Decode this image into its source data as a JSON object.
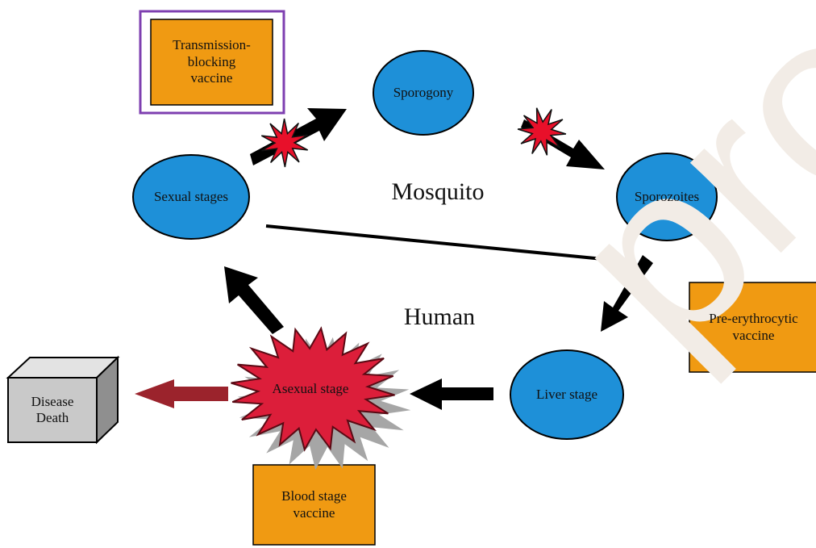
{
  "regions": {
    "mosquito": "Mosquito",
    "human": "Human"
  },
  "nodes": {
    "sporogony": "Sporogony",
    "sexual_stages": "Sexual stages",
    "sporozoites": "Sporozoites",
    "liver_stage": "Liver stage",
    "asexual_stage": "Asexual stage"
  },
  "vaccines": {
    "transmission_blocking": "Transmission-\nblocking\nvaccine",
    "pre_erythrocytic": "Pre-erythrocytic\nvaccine",
    "blood_stage": "Blood stage\nvaccine"
  },
  "outcome": {
    "disease_death": "Disease\nDeath"
  },
  "watermark": "proof",
  "colors": {
    "node_fill": "#1e90d8",
    "vaccine_fill": "#f09a12",
    "highlight_border": "#7e3fb0",
    "starburst_red": "#dc1e3a",
    "block_arrow": "#9b232c",
    "cube_face": "#c9c9c9"
  }
}
